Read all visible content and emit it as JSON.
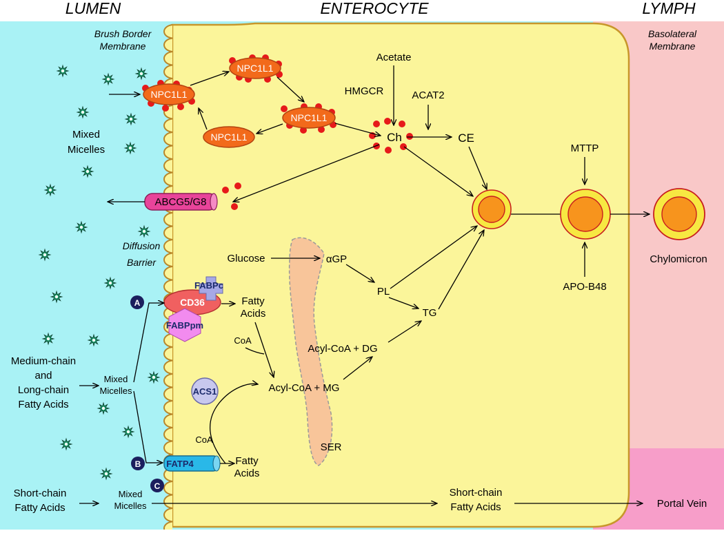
{
  "regions": {
    "lumen": "LUMEN",
    "enterocyte": "ENTEROCYTE",
    "lymph": "LYMPH"
  },
  "membranes": {
    "brush_border": [
      "Brush Border",
      "Membrane"
    ],
    "basolateral": [
      "Basolateral",
      "Membrane"
    ],
    "diffusion_barrier": [
      "Diffusion",
      "Barrier"
    ]
  },
  "proteins": {
    "npc1l1": "NPC1L1",
    "abcg5_g8": "ABCG5/G8",
    "cd36": "CD36",
    "fabpc": "FABPc",
    "fabppm": "FABPpm",
    "acs1": "ACS1",
    "fatp4": "FATP4"
  },
  "pathway_markers": {
    "a": "A",
    "b": "B",
    "c": "C"
  },
  "labels": {
    "acetate": "Acetate",
    "hmgcr": "HMGCR",
    "acat2": "ACAT2",
    "ch": "Ch",
    "ce": "CE",
    "mttp": "MTTP",
    "apo_b48": "APO-B48",
    "chylomicron": "Chylomicron",
    "mixed_micelles_top": [
      "Mixed",
      "Micelles"
    ],
    "glucose": "Glucose",
    "agp": "αGP",
    "pl": "PL",
    "tg": "TG",
    "fatty_acids_1": [
      "Fatty",
      "Acids"
    ],
    "fatty_acids_2": [
      "Fatty",
      "Acids"
    ],
    "coa_1": "CoA",
    "coa_2": "CoA",
    "acyl_coa_dg": "Acyl-CoA + DG",
    "acyl_coa_mg": "Acyl-CoA + MG",
    "ser": "SER",
    "medium_long": [
      "Medium-chain",
      "and",
      "Long-chain",
      "Fatty Acids"
    ],
    "mixed_micelles_mid": [
      "Mixed",
      "Micelles"
    ],
    "short_chain_left": [
      "Short-chain",
      "Fatty Acids"
    ],
    "mixed_micelles_bottom": [
      "Mixed",
      "Micelles"
    ],
    "short_chain_right": [
      "Short-chain",
      "Fatty Acids"
    ],
    "portal_vein": "Portal Vein"
  },
  "colors": {
    "lumen": "#a9f2f5",
    "enterocyte": "#fbf59a",
    "lymph": "#f9c8c8",
    "portal": "#f79ec9",
    "npc1l1": "#f26a1b",
    "abcg5_g8": "#e8449a",
    "cd36": "#f06060",
    "fabpc": "#a6a8e6",
    "fabppm": "#f28bef",
    "acs1": "#c8c8ee",
    "fatp4": "#29b8e8",
    "micelle_star": "#1c9e6e",
    "ser": "#f8c59a",
    "cholesterol": "#e61a1a",
    "particle": "#f7941d"
  }
}
